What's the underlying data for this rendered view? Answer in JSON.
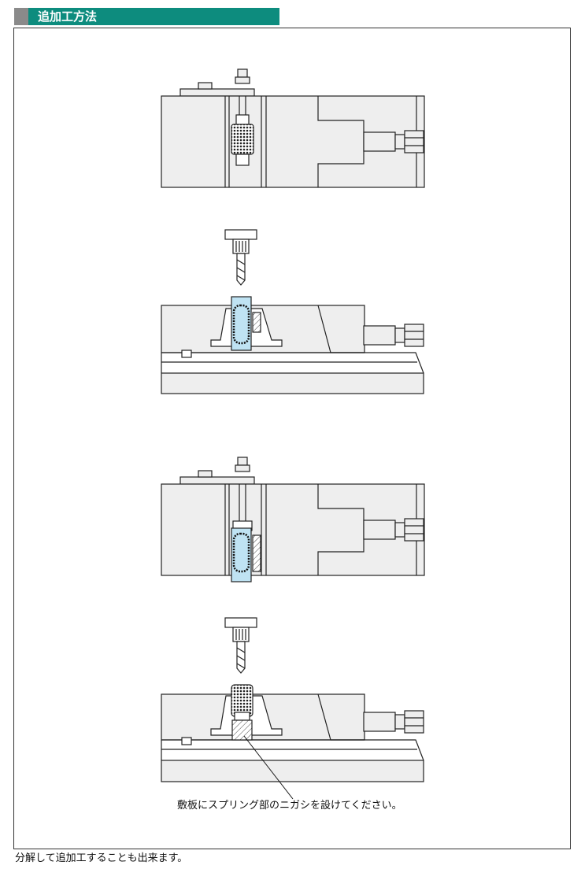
{
  "header": {
    "title": "追加工方法",
    "color": "#0d8c7e"
  },
  "callout": {
    "text": "敷板にスプリング部のニガシを設けてください。"
  },
  "footnote": {
    "text": "分解して追加工することも出来ます。"
  },
  "colors": {
    "body_fill": "#eeeeee",
    "highlight_fill": "#bfe3f3",
    "line": "#222222",
    "knurl": "#222222"
  }
}
